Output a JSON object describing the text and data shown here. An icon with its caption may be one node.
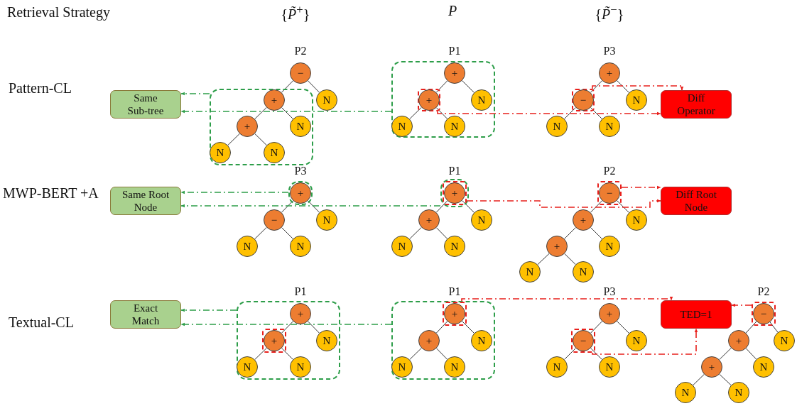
{
  "diagram": {
    "nodes": [
      {
        "text": [
          "Same Sub-tree"
        ]
      },
      {
        "text": [
          "−"
        ],
        "beside": [
          "P2"
        ]
      },
      {
        "text": [],
        "shape": "box"
      },
      {
        "text": [
          "+"
        ],
        "in": 2
      },
      {
        "text": [
          "N"
        ]
      },
      {
        "text": [
          "+"
        ],
        "in": 2
      },
      {
        "text": [
          "N"
        ],
        "in": 2
      },
      {
        "text": [
          "N"
        ],
        "in": 2
      },
      {
        "text": [
          "N"
        ],
        "in": 2
      },
      {
        "text": [],
        "shape": "box"
      },
      {
        "text": [
          "+"
        ],
        "in": 9,
        "beside": [
          "P1"
        ]
      },
      {
        "text": [],
        "shape": "box",
        "in": 9
      },
      {
        "text": [
          "+"
        ],
        "in": 11
      },
      {
        "text": [
          "N"
        ],
        "in": 9
      },
      {
        "text": [
          "N"
        ],
        "in": 9
      },
      {
        "text": [
          "N"
        ],
        "in": 9
      },
      {
        "text": [
          "+"
        ],
        "beside": [
          "P3"
        ]
      },
      {
        "text": [],
        "shape": "box"
      },
      {
        "text": [
          "−"
        ],
        "in": 17
      },
      {
        "text": [
          "N"
        ]
      },
      {
        "text": [
          "N"
        ]
      },
      {
        "text": [
          "N"
        ]
      },
      {
        "text": [
          "Diff Operator"
        ]
      },
      {
        "text": [
          "Same Root Node"
        ]
      },
      {
        "text": [],
        "shape": "box"
      },
      {
        "text": [
          "+"
        ],
        "in": 24,
        "beside": [
          "P3"
        ]
      },
      {
        "text": [
          "−"
        ]
      },
      {
        "text": [
          "N"
        ]
      },
      {
        "text": [
          "N"
        ]
      },
      {
        "text": [
          "N"
        ]
      },
      {
        "text": [],
        "shape": "box"
      },
      {
        "text": [],
        "shape": "box",
        "in": 30
      },
      {
        "text": [
          "+"
        ],
        "in": 31,
        "beside": [
          "P1"
        ]
      },
      {
        "text": [
          "+"
        ]
      },
      {
        "text": [
          "N"
        ]
      },
      {
        "text": [
          "N"
        ]
      },
      {
        "text": [
          "N"
        ]
      },
      {
        "text": [],
        "shape": "box"
      },
      {
        "text": [
          "−"
        ],
        "in": 37,
        "beside": [
          "P2"
        ]
      },
      {
        "text": [
          "+"
        ]
      },
      {
        "text": [
          "N"
        ]
      },
      {
        "text": [
          "+"
        ]
      },
      {
        "text": [
          "N"
        ]
      },
      {
        "text": [
          "N"
        ]
      },
      {
        "text": [
          "N"
        ]
      },
      {
        "text": [
          "Diff Root Node"
        ]
      },
      {
        "text": [
          "Exact Match"
        ]
      },
      {
        "text": [],
        "shape": "box"
      },
      {
        "text": [
          "+"
        ],
        "in": 47,
        "beside": [
          "P1"
        ]
      },
      {
        "text": [],
        "shape": "box",
        "in": 47
      },
      {
        "text": [
          "+"
        ],
        "in": 49
      },
      {
        "text": [
          "N"
        ],
        "in": 47
      },
      {
        "text": [
          "N"
        ],
        "in": 47
      },
      {
        "text": [
          "N"
        ],
        "in": 47
      },
      {
        "text": [],
        "shape": "box"
      },
      {
        "text": [],
        "shape": "box",
        "in": 54
      },
      {
        "text": [
          "+"
        ],
        "in": 55,
        "beside": [
          "P1"
        ]
      },
      {
        "text": [
          "+"
        ],
        "in": 54
      },
      {
        "text": [
          "N"
        ],
        "in": 54
      },
      {
        "text": [
          "N"
        ],
        "in": 54
      },
      {
        "text": [
          "N"
        ],
        "in": 54
      },
      {
        "text": [
          "+"
        ],
        "beside": [
          "P3"
        ]
      },
      {
        "text": [],
        "shape": "box"
      },
      {
        "text": [
          "−"
        ],
        "in": 62
      },
      {
        "text": [
          "N"
        ]
      },
      {
        "text": [
          "N"
        ]
      },
      {
        "text": [
          "N"
        ]
      },
      {
        "text": [
          "TED=1"
        ]
      },
      {
        "text": [],
        "shape": "box"
      },
      {
        "text": [
          "−"
        ],
        "in": 68,
        "beside": [
          "P2"
        ]
      },
      {
        "text": [
          "+"
        ]
      },
      {
        "text": [
          "N"
        ]
      },
      {
        "text": [
          "+"
        ]
      },
      {
        "text": [
          "N"
        ]
      },
      {
        "text": [
          "N"
        ]
      },
      {
        "text": [
          "N"
        ]
      }
    ],
    "edges": [
      {
        "from": 1,
        "to": 3,
        "arrow": "none"
      },
      {
        "from": 1,
        "to": 4,
        "arrow": "none"
      },
      {
        "from": 3,
        "to": 5,
        "arrow": "none"
      },
      {
        "from": 3,
        "to": 6,
        "arrow": "none"
      },
      {
        "from": 5,
        "to": 7,
        "arrow": "none"
      },
      {
        "from": 5,
        "to": 8,
        "arrow": "none"
      },
      {
        "from": 10,
        "to": 12,
        "arrow": "none"
      },
      {
        "from": 10,
        "to": 13,
        "arrow": "none"
      },
      {
        "from": 12,
        "to": 14,
        "arrow": "none"
      },
      {
        "from": 12,
        "to": 15,
        "arrow": "none"
      },
      {
        "from": 16,
        "to": 18,
        "arrow": "none"
      },
      {
        "from": 16,
        "to": 19,
        "arrow": "none"
      },
      {
        "from": 18,
        "to": 20,
        "arrow": "none"
      },
      {
        "from": 18,
        "to": 21,
        "arrow": "none"
      },
      {
        "from": 25,
        "to": 26,
        "arrow": "none"
      },
      {
        "from": 25,
        "to": 27,
        "arrow": "none"
      },
      {
        "from": 26,
        "to": 28,
        "arrow": "none"
      },
      {
        "from": 26,
        "to": 29,
        "arrow": "none"
      },
      {
        "from": 32,
        "to": 33,
        "arrow": "none"
      },
      {
        "from": 32,
        "to": 34,
        "arrow": "none"
      },
      {
        "from": 33,
        "to": 35,
        "arrow": "none"
      },
      {
        "from": 33,
        "to": 36,
        "arrow": "none"
      },
      {
        "from": 38,
        "to": 39,
        "arrow": "none"
      },
      {
        "from": 38,
        "to": 40,
        "arrow": "none"
      },
      {
        "from": 39,
        "to": 41,
        "arrow": "none"
      },
      {
        "from": 39,
        "to": 42,
        "arrow": "none"
      },
      {
        "from": 41,
        "to": 43,
        "arrow": "none"
      },
      {
        "from": 41,
        "to": 44,
        "arrow": "none"
      },
      {
        "from": 48,
        "to": 50,
        "arrow": "none"
      },
      {
        "from": 48,
        "to": 51,
        "arrow": "none"
      },
      {
        "from": 50,
        "to": 52,
        "arrow": "none"
      },
      {
        "from": 50,
        "to": 53,
        "arrow": "none"
      },
      {
        "from": 56,
        "to": 57,
        "arrow": "none"
      },
      {
        "from": 56,
        "to": 58,
        "arrow": "none"
      },
      {
        "from": 57,
        "to": 59,
        "arrow": "none"
      },
      {
        "from": 57,
        "to": 60,
        "arrow": "none"
      },
      {
        "from": 61,
        "to": 63,
        "arrow": "none"
      },
      {
        "from": 61,
        "to": 64,
        "arrow": "none"
      },
      {
        "from": 63,
        "to": 65,
        "arrow": "none"
      },
      {
        "from": 63,
        "to": 66,
        "arrow": "none"
      },
      {
        "from": 69,
        "to": 70,
        "arrow": "none"
      },
      {
        "from": 69,
        "to": 71,
        "arrow": "none"
      },
      {
        "from": 70,
        "to": 72,
        "arrow": "none"
      },
      {
        "from": 70,
        "to": 73,
        "arrow": "none"
      },
      {
        "from": 72,
        "to": 74,
        "arrow": "none"
      },
      {
        "from": 72,
        "to": 75,
        "arrow": "none"
      },
      {
        "from": 2,
        "to": 0,
        "arrow": "to",
        "style": "dashed",
        "color": "#2e9e4a"
      },
      {
        "from": 9,
        "to": 0,
        "arrow": "to",
        "style": "dashed",
        "color": "#2e9e4a"
      },
      {
        "from": 11,
        "to": 22,
        "arrow": "to",
        "style": "dashed",
        "color": "#e8201c"
      },
      {
        "from": 17,
        "to": 22,
        "arrow": "to",
        "style": "dashed",
        "color": "#e8201c"
      },
      {
        "from": 24,
        "to": 23,
        "arrow": "to",
        "style": "dashed",
        "color": "#2e9e4a"
      },
      {
        "from": 30,
        "to": 23,
        "arrow": "to",
        "style": "dashed",
        "color": "#2e9e4a"
      },
      {
        "from": 31,
        "to": 45,
        "arrow": "to",
        "style": "dashed",
        "color": "#e8201c"
      },
      {
        "from": 37,
        "to": 45,
        "arrow": "to",
        "style": "dashed",
        "color": "#e8201c"
      },
      {
        "from": 47,
        "to": 46,
        "arrow": "to",
        "style": "dashed",
        "color": "#2e9e4a"
      },
      {
        "from": 54,
        "to": 46,
        "arrow": "to",
        "style": "dashed",
        "color": "#2e9e4a"
      },
      {
        "from": 55,
        "to": 67,
        "arrow": "to",
        "style": "dashed",
        "color": "#e8201c"
      },
      {
        "from": 62,
        "to": 67,
        "arrow": "to",
        "style": "dashed",
        "color": "#e8201c"
      },
      {
        "from": 68,
        "to": 67,
        "arrow": "to",
        "style": "dashed",
        "color": "#e8201c"
      }
    ],
    "labels": [
      "Retrieval Strategy",
      "{*P̃*$^{+}$}",
      "P",
      "{*P̃*$^{−}$}",
      "Pattern-CL",
      "MWP-BERT +A",
      "Textual-CL"
    ]
  }
}
